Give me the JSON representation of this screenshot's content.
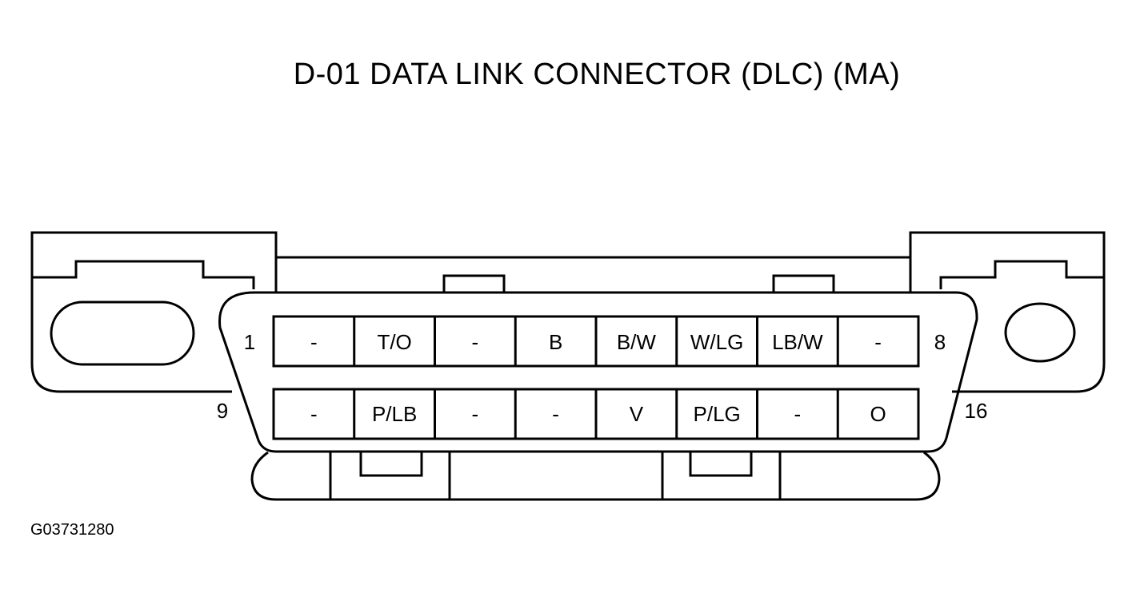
{
  "title": "D-01 DATA LINK CONNECTOR (DLC) (MA)",
  "figure_id": "G03731280",
  "pin_numbers": {
    "top_left": "1",
    "top_right": "8",
    "bottom_left": "9",
    "bottom_right": "16"
  },
  "top_row_pins": [
    "-",
    "T/O",
    "-",
    "B",
    "B/W",
    "W/LG",
    "LB/W",
    "-"
  ],
  "bottom_row_pins": [
    "-",
    "P/LB",
    "-",
    "-",
    "V",
    "P/LG",
    "-",
    "O"
  ]
}
